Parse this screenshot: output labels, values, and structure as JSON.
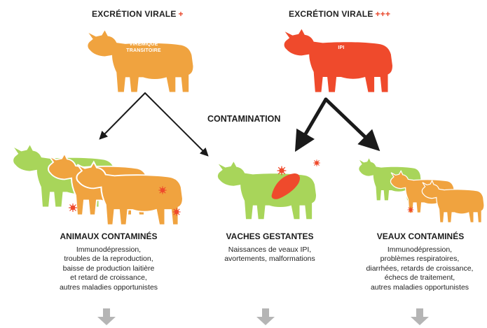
{
  "top_left": {
    "label": "EXCRÉTION VIRALE",
    "level": "+",
    "cow_text": [
      "VIRÉMIQUE",
      "TRANSITOIRE"
    ],
    "color": "#f0a33f"
  },
  "top_right": {
    "label": "EXCRÉTION VIRALE",
    "level": "+++",
    "cow_text": [
      "IPI"
    ],
    "color": "#ef4a2c"
  },
  "center_label": "CONTAMINATION",
  "columns": [
    {
      "title": "ANIMAUX CONTAMINÉS",
      "lines": [
        "Immunodépression,",
        "troubles de la reproduction,",
        "baisse de production laitière",
        "et retard de croissance,",
        "autres maladies opportunistes"
      ]
    },
    {
      "title": "VACHES GESTANTES",
      "lines": [
        "Naissances de veaux IPI,",
        "avortements, malformations"
      ]
    },
    {
      "title": "VEAUX CONTAMINÉS",
      "lines": [
        "Immunodépression,",
        "problèmes respiratoires,",
        "diarrhées, retards de croissance,",
        "échecs de traitement,",
        "autres maladies opportunistes"
      ]
    }
  ],
  "colors": {
    "orange": "#f0a33f",
    "red": "#ef4a2c",
    "green": "#a8d55a",
    "arrow_dark": "#1a1a1a",
    "arrow_grey": "#b5b5b5"
  }
}
